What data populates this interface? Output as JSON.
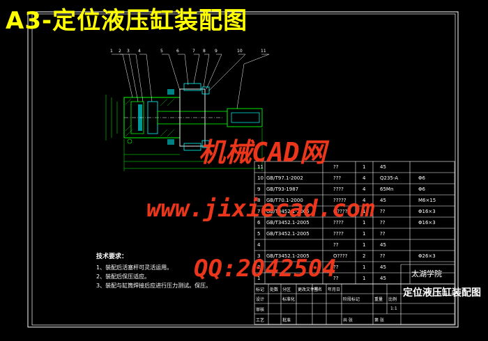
{
  "title": "A3-定位液压缸装配图",
  "watermarks": {
    "line1": "机械CAD网",
    "line2": "www.jixiecad.com",
    "line3": "QQ:2042504"
  },
  "tech_notes": {
    "heading": "技术要求：",
    "items": [
      "1、装配后活塞杆可灵活运用。",
      "2、装配后保压适应。",
      "3、装配与缸筒焊接后应进行压力测试。保压。"
    ]
  },
  "title_block": {
    "school": "太湖学院",
    "drawing_name": "定位液压缸装配图",
    "labels": [
      "标记",
      "处数",
      "分区",
      "更改文件号",
      "签名",
      "年月日",
      "设计",
      "标准化",
      "阶段标记",
      "重量",
      "比例",
      "审核",
      "工艺",
      "批准",
      "共 张",
      "第 张"
    ],
    "scale": "1:1"
  },
  "part_numbers": [
    "1",
    "2",
    "3",
    "4",
    "5",
    "6",
    "7",
    "8",
    "9",
    "10",
    "11"
  ],
  "bom": [
    {
      "no": "11",
      "code": "",
      "name": "??",
      "qty": "1",
      "material": "45",
      "note": ""
    },
    {
      "no": "10",
      "code": "GB/T97.1-2002",
      "name": "???",
      "qty": "4",
      "material": "Q235-A",
      "note": "Φ6"
    },
    {
      "no": "9",
      "code": "GB/T93-1987",
      "name": "????",
      "qty": "4",
      "material": "65Mn",
      "note": "Φ6"
    },
    {
      "no": "8",
      "code": "GB/T70.1-2000",
      "name": "?????",
      "qty": "4",
      "material": "45",
      "note": "M6×15"
    },
    {
      "no": "7",
      "code": "GB/T3452.1-2005",
      "name": "O????",
      "qty": "1",
      "material": "??",
      "note": "Φ16×3"
    },
    {
      "no": "6",
      "code": "GB/T3452.1-2005",
      "name": "????",
      "qty": "1",
      "material": "??",
      "note": "Φ16×3"
    },
    {
      "no": "5",
      "code": "GB/T3452.1-2005",
      "name": "????",
      "qty": "1",
      "material": "??",
      "note": ""
    },
    {
      "no": "4",
      "code": "",
      "name": "??",
      "qty": "1",
      "material": "45",
      "note": ""
    },
    {
      "no": "3",
      "code": "GB/T3452.1-2005",
      "name": "O????",
      "qty": "2",
      "material": "??",
      "note": "Φ26×3"
    },
    {
      "no": "2",
      "code": "",
      "name": "??",
      "qty": "1",
      "material": "45",
      "note": ""
    },
    {
      "no": "1",
      "code": "",
      "name": "??",
      "qty": "1",
      "material": "45",
      "note": ""
    }
  ],
  "colors": {
    "background": "#000000",
    "frame": "#ffffff",
    "title": "#ffff00",
    "watermark": "#ff3b1e",
    "drawing_green": "#00ff00",
    "drawing_cyan": "#00ffff"
  }
}
